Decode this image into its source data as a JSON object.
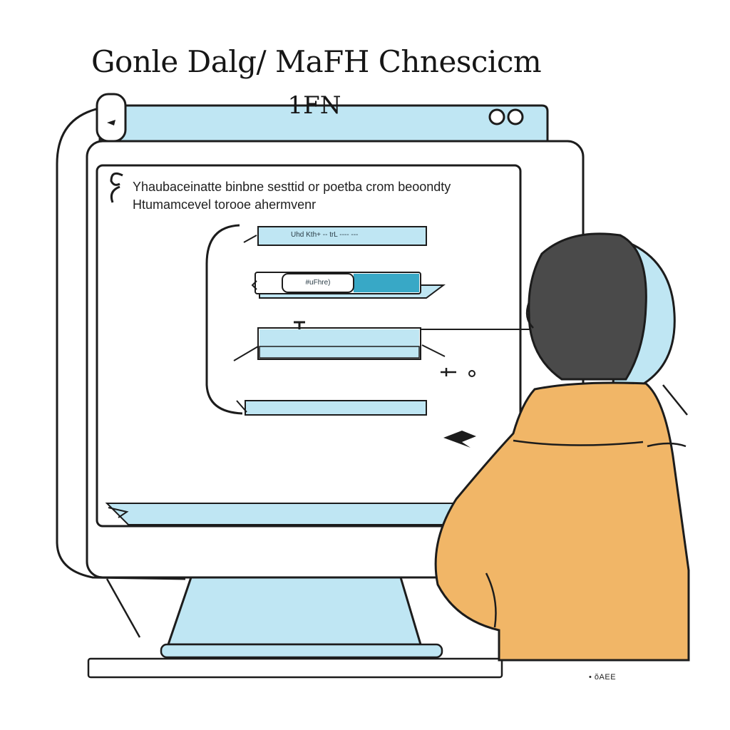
{
  "header": {
    "title": "Gonle Dalg/ MaFH Chnescicm",
    "stamp": "1FN"
  },
  "screen": {
    "prompt_lines": [
      "Yhaubaceinatte binbne sesttid  or poetba crom beoondty",
      "Htumamcevel torooe ahermvenr"
    ],
    "fields": [
      {
        "label": "Uhd Kth+ -- trL ---- ---"
      },
      {
        "label": "#uFhre)",
        "fill": 0.4
      },
      {
        "label": ""
      },
      {
        "label": ""
      }
    ]
  },
  "footer": {
    "corner_text": "• ŏAEE"
  },
  "colors": {
    "screen_accent": "#bfe6f3",
    "field_fill": "#bfe6f3",
    "field_dark": "#38a8c6",
    "sweater": "#f1b667",
    "hair": "#4a4a4a",
    "outline": "#1c1c1c"
  }
}
